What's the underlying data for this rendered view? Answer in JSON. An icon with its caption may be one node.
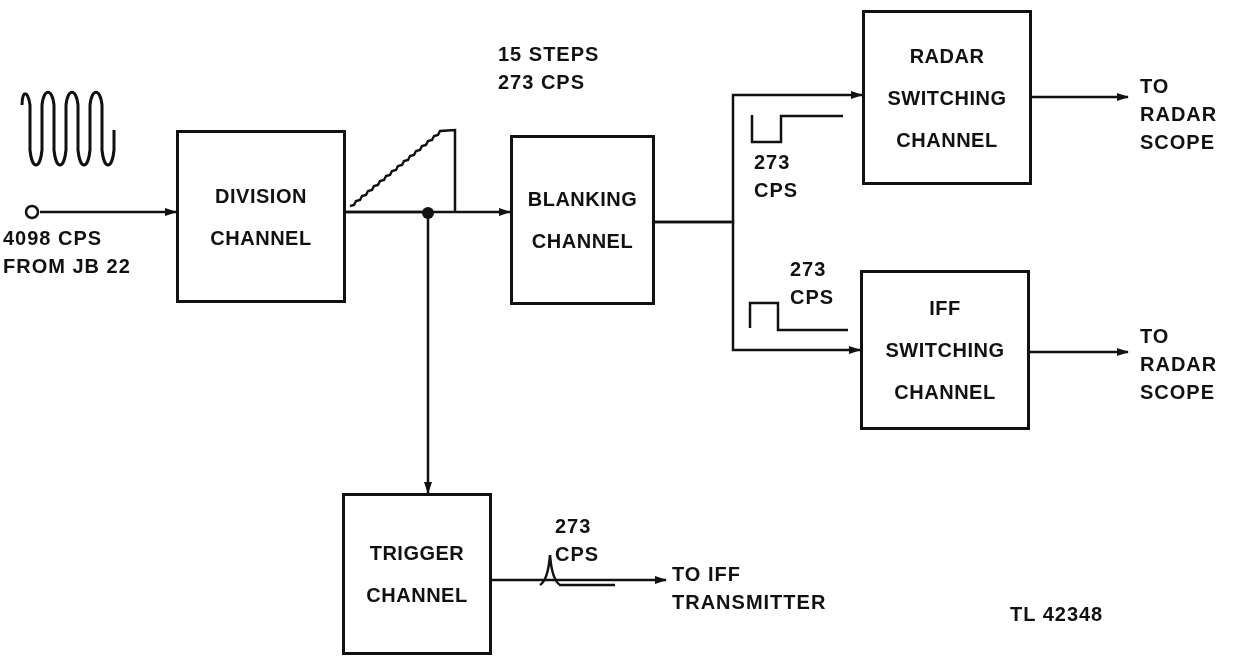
{
  "diagram": {
    "nodes": [
      {
        "text": [
          "4098 CPS FROM JB 22"
        ]
      },
      {
        "text": [
          "DIVISION CHANNEL"
        ]
      },
      {
        "text": [
          "BLANKING CHANNEL"
        ]
      },
      {
        "text": [
          "RADAR SWITCHING CHANNEL"
        ]
      },
      {
        "text": [
          "IFF SWITCHING CHANNEL"
        ]
      },
      {
        "text": [
          "TRIGGER CHANNEL"
        ]
      },
      {
        "text": [
          "TO RADAR SCOPE"
        ]
      },
      {
        "text": [
          "TO RADAR SCOPE"
        ]
      },
      {
        "text": [
          "TO IFF TRANSMITTER"
        ]
      }
    ],
    "edges": [
      {
        "from": 0,
        "to": 1,
        "arrow": "to"
      },
      {
        "from": 1,
        "to": 2,
        "arrow": "to"
      },
      {
        "from": 1,
        "to": 5,
        "arrow": "to"
      },
      {
        "from": 2,
        "to": 3,
        "arrow": "to"
      },
      {
        "from": 2,
        "to": 4,
        "arrow": "to"
      },
      {
        "from": 3,
        "to": 6,
        "arrow": "to"
      },
      {
        "from": 4,
        "to": 7,
        "arrow": "to"
      },
      {
        "from": 5,
        "to": 8,
        "arrow": "to"
      }
    ],
    "labels": [
      "15 STEPS 273 CPS",
      "273 CPS",
      "273 CPS",
      "273 CPS",
      "TL 42348"
    ]
  }
}
